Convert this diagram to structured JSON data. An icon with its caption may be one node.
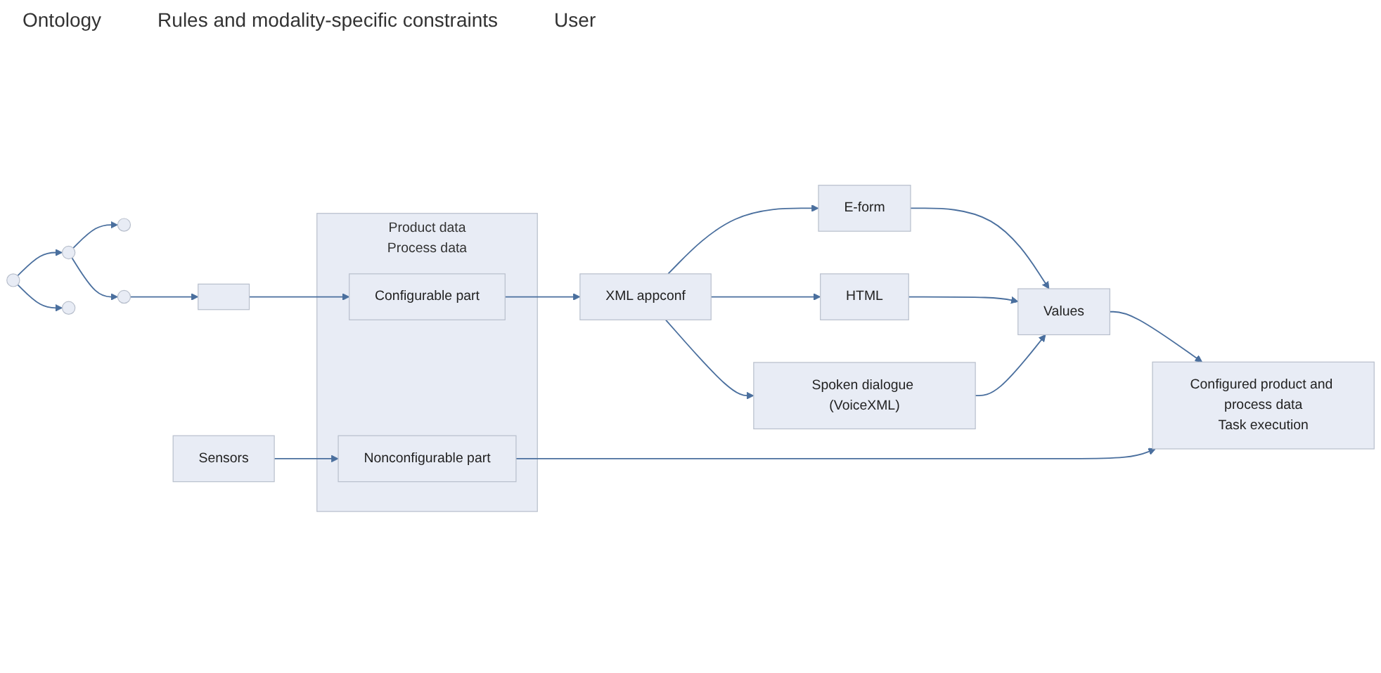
{
  "diagram": {
    "nodes": [
      {
        "text": [],
        "shape": "circle"
      },
      {
        "text": [],
        "shape": "circle"
      },
      {
        "text": [],
        "shape": "circle"
      },
      {
        "text": [],
        "shape": "circle"
      },
      {
        "text": [],
        "shape": "circle"
      },
      {
        "text": [],
        "shape": "box"
      },
      {
        "text": [
          "Product data",
          "Process data"
        ]
      },
      {
        "text": [
          "Configurable part"
        ],
        "in": 6
      },
      {
        "text": [
          "Sensors"
        ]
      },
      {
        "text": [
          "Nonconfigurable part"
        ],
        "in": 6
      },
      {
        "text": [
          "XML appconf"
        ]
      },
      {
        "text": [
          "E-form"
        ]
      },
      {
        "text": [
          "HTML"
        ]
      },
      {
        "text": [
          "Spoken dialogue (VoiceXML)"
        ]
      },
      {
        "text": [
          "Values"
        ]
      },
      {
        "text": [
          "Configured product and process data",
          "Task execution"
        ]
      }
    ],
    "edges": [
      {
        "from": 0,
        "to": 1,
        "arrow": "to"
      },
      {
        "from": 0,
        "to": 2,
        "arrow": "to"
      },
      {
        "from": 1,
        "to": 3,
        "arrow": "to"
      },
      {
        "from": 1,
        "to": 4,
        "arrow": "to"
      },
      {
        "from": 4,
        "to": 5,
        "arrow": "to"
      },
      {
        "from": 5,
        "to": 7,
        "arrow": "to"
      },
      {
        "from": 8,
        "to": 9,
        "arrow": "to"
      },
      {
        "from": 7,
        "to": 10,
        "arrow": "to"
      },
      {
        "from": 10,
        "to": 11,
        "arrow": "to"
      },
      {
        "from": 10,
        "to": 12,
        "arrow": "to"
      },
      {
        "from": 10,
        "to": 13,
        "arrow": "to"
      },
      {
        "from": 11,
        "to": 14,
        "arrow": "to"
      },
      {
        "from": 12,
        "to": 14,
        "arrow": "to"
      },
      {
        "from": 13,
        "to": 14,
        "arrow": "to"
      },
      {
        "from": 14,
        "to": 15,
        "arrow": "to"
      },
      {
        "from": 9,
        "to": 15,
        "arrow": "to"
      }
    ],
    "labels": [
      "Ontology",
      "Rules and modality-specific constraints",
      "User"
    ]
  }
}
